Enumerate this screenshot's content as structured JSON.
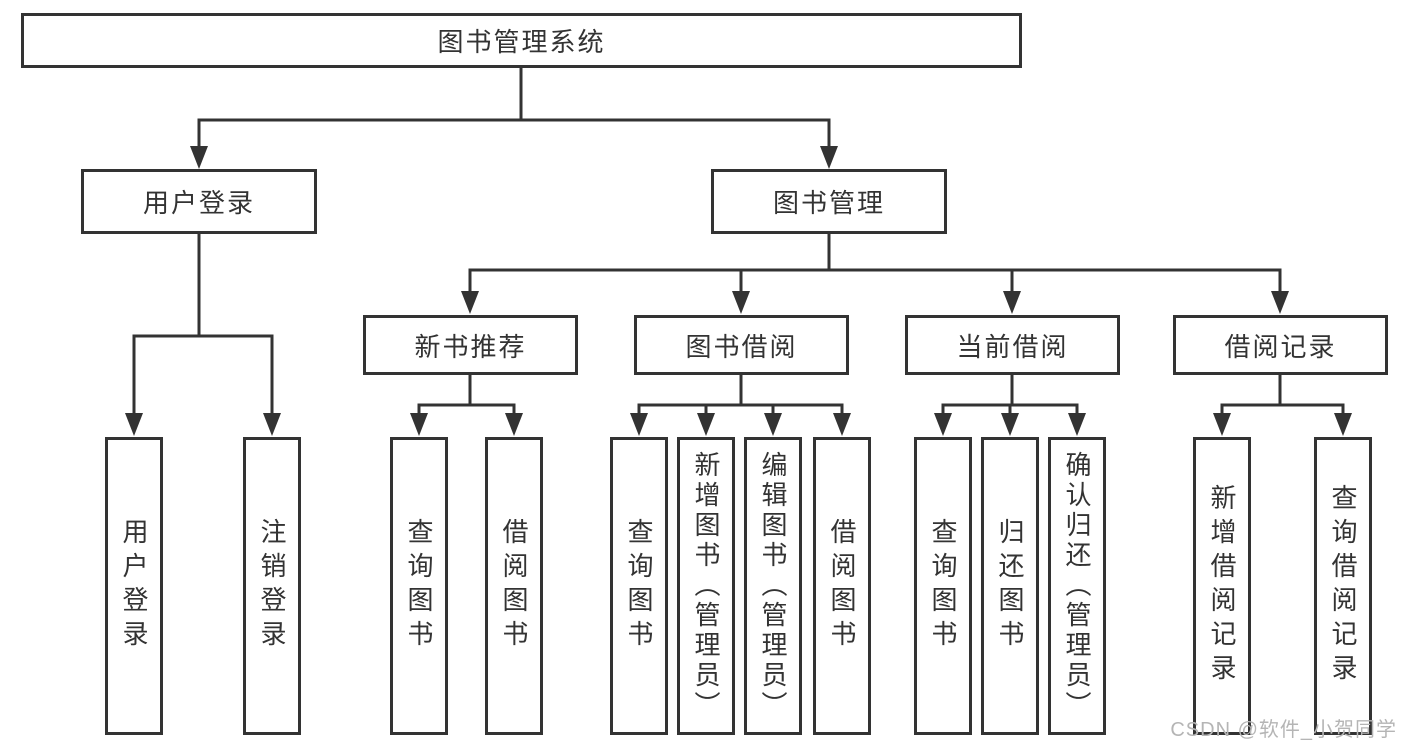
{
  "diagram": {
    "root": {
      "label": "图书管理系统"
    },
    "level2": [
      {
        "label": "用户登录"
      },
      {
        "label": "图书管理"
      }
    ],
    "level3": [
      {
        "label": "新书推荐"
      },
      {
        "label": "图书借阅"
      },
      {
        "label": "当前借阅"
      },
      {
        "label": "借阅记录"
      }
    ],
    "leaves": {
      "user_login": [
        "用户登录",
        "注销登录"
      ],
      "new_book_recommend": [
        "查询图书",
        "借阅图书"
      ],
      "book_borrow": [
        "查询图书",
        "新增图书（管理员）",
        "编辑图书（管理员）",
        "借阅图书"
      ],
      "current_borrow": [
        "查询图书",
        "归还图书",
        "确认归还（管理员）"
      ],
      "borrow_records": [
        "新增借阅记录",
        "查询借阅记录"
      ]
    }
  },
  "watermark": {
    "text": "CSDN @软件_小贺同学"
  },
  "colors": {
    "line": "#333333",
    "text": "#333333",
    "background": "#ffffff",
    "watermark": "#b5b5b5"
  }
}
